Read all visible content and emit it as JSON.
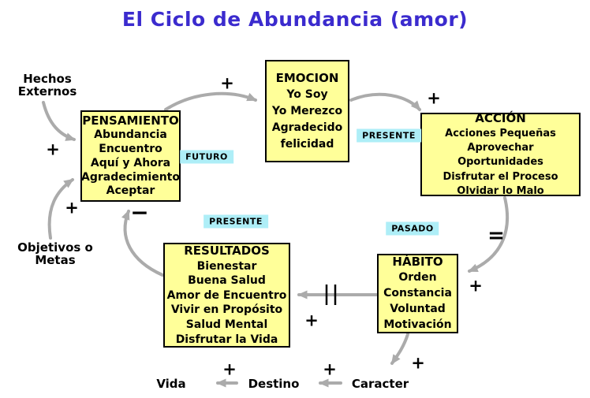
{
  "title": "El Ciclo de Abundancia (amor)",
  "colors": {
    "title_text": "#3b2bce",
    "box_fill": "#ffff99",
    "box_border": "#000000",
    "time_label_bg": "#aeeef7",
    "arrow": "#ababab",
    "text": "#000000"
  },
  "boxes": {
    "pensamiento": {
      "title": "PENSAMIENTO",
      "items": [
        "Abundancia",
        "Encuentro",
        "Aquí y Ahora",
        "Agradecimiento",
        "Aceptar"
      ]
    },
    "emocion": {
      "title": "EMOCION",
      "items": [
        "Yo Soy",
        "Yo Merezco",
        "Agradecido",
        "felicidad"
      ]
    },
    "accion": {
      "title": "ACCIÓN",
      "items": [
        "Acciones Pequeñas",
        "Aprovechar Oportunidades",
        "Disfrutar el Proceso",
        "Olvidar lo Malo"
      ]
    },
    "habito": {
      "title": "HÁBITO",
      "items": [
        "Orden",
        "Constancia",
        "Voluntad",
        "Motivación"
      ]
    },
    "resultados": {
      "title": "RESULTADOS",
      "items": [
        "Bienestar",
        "Buena Salud",
        "Amor de Encuentro",
        "Vivir en Propósito",
        "Salud Mental",
        "Disfrutar la Vida"
      ]
    }
  },
  "time_labels": {
    "futuro": "FUTURO",
    "presente_top": "PRESENTE",
    "presente_mid": "PRESENTE",
    "pasado": "PASADO"
  },
  "external_labels": {
    "hechos_line1": "Hechos",
    "hechos_line2": "Externos",
    "objetivos_line1": "Objetivos o",
    "objetivos_line2": "Metas",
    "vida": "Vida",
    "destino": "Destino",
    "caracter": "Caracter"
  },
  "signs": {
    "plus": "+",
    "minus": "−",
    "equals": "=",
    "blocked": "||"
  }
}
